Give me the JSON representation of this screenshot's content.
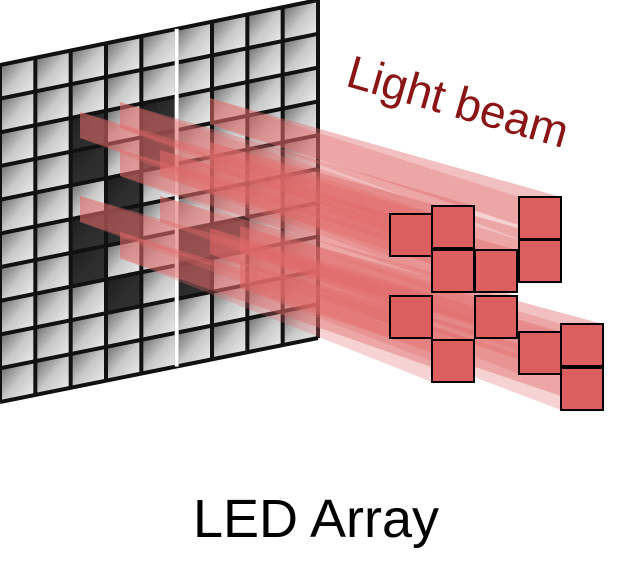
{
  "labels": {
    "beam": "Light beam",
    "array": "LED Array"
  },
  "colors": {
    "beam_label": "#8b1414",
    "pixel_fill": "#dc5f5f",
    "pixel_stroke": "#000000",
    "beam_fill": "#e06a6a",
    "grid_line": "#111111",
    "lit_led": "#111111"
  },
  "icons": {
    "led_array": "led-grid-panel",
    "pattern": "x-shaped-pixel-pattern"
  }
}
